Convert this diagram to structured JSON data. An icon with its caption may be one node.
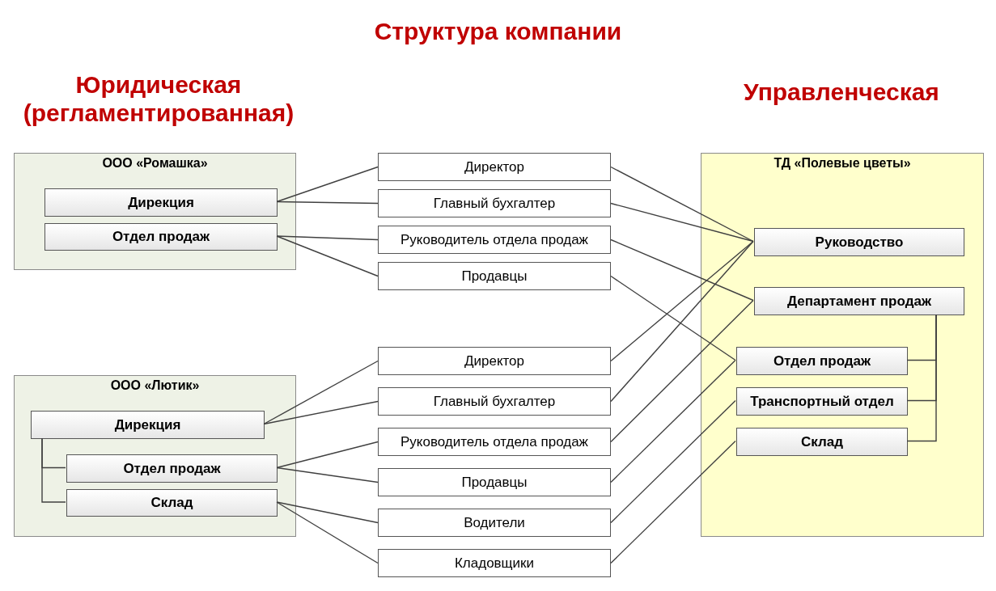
{
  "diagram": {
    "title": "Структура компании",
    "nodes": [
      {
        "text": [
          "ООО «Ромашка»"
        ]
      },
      {
        "text": [
          "Дирекция"
        ],
        "in": 0
      },
      {
        "text": [
          "Отдел продаж"
        ],
        "in": 0
      },
      {
        "text": [
          "ООО «Лютик»"
        ]
      },
      {
        "text": [
          "Дирекция"
        ],
        "in": 3
      },
      {
        "text": [
          "Отдел продаж"
        ],
        "in": 3
      },
      {
        "text": [
          "Склад"
        ],
        "in": 3
      },
      {
        "text": [
          "Директор"
        ]
      },
      {
        "text": [
          "Главный бухгалтер"
        ]
      },
      {
        "text": [
          "Руководитель отдела продаж"
        ]
      },
      {
        "text": [
          "Продавцы"
        ]
      },
      {
        "text": [
          "Директор"
        ]
      },
      {
        "text": [
          "Главный бухгалтер"
        ]
      },
      {
        "text": [
          "Руководитель отдела продаж"
        ]
      },
      {
        "text": [
          "Продавцы"
        ]
      },
      {
        "text": [
          "Водители"
        ]
      },
      {
        "text": [
          "Кладовщики"
        ]
      },
      {
        "text": [
          "ТД «Полевые цветы»"
        ]
      },
      {
        "text": [
          "Руководство"
        ],
        "in": 17
      },
      {
        "text": [
          "Департамент продаж"
        ],
        "in": 17
      },
      {
        "text": [
          "Отдел продаж"
        ],
        "in": 17
      },
      {
        "text": [
          "Транспортный отдел"
        ],
        "in": 17
      },
      {
        "text": [
          "Склад"
        ],
        "in": 17
      }
    ],
    "edges": [
      {
        "from": 1,
        "to": 7,
        "arrow": "none"
      },
      {
        "from": 1,
        "to": 8,
        "arrow": "none"
      },
      {
        "from": 2,
        "to": 9,
        "arrow": "none"
      },
      {
        "from": 2,
        "to": 10,
        "arrow": "none"
      },
      {
        "from": 4,
        "to": 11,
        "arrow": "none"
      },
      {
        "from": 4,
        "to": 12,
        "arrow": "none"
      },
      {
        "from": 5,
        "to": 13,
        "arrow": "none"
      },
      {
        "from": 5,
        "to": 14,
        "arrow": "none"
      },
      {
        "from": 6,
        "to": 15,
        "arrow": "none"
      },
      {
        "from": 6,
        "to": 16,
        "arrow": "none"
      },
      {
        "from": 7,
        "to": 18,
        "arrow": "none"
      },
      {
        "from": 8,
        "to": 18,
        "arrow": "none"
      },
      {
        "from": 9,
        "to": 19,
        "arrow": "none"
      },
      {
        "from": 10,
        "to": 20,
        "arrow": "none"
      },
      {
        "from": 11,
        "to": 18,
        "arrow": "none"
      },
      {
        "from": 12,
        "to": 18,
        "arrow": "none"
      },
      {
        "from": 13,
        "to": 19,
        "arrow": "none"
      },
      {
        "from": 14,
        "to": 20,
        "arrow": "none"
      },
      {
        "from": 15,
        "to": 21,
        "arrow": "none"
      },
      {
        "from": 16,
        "to": 22,
        "arrow": "none"
      },
      {
        "from": 4,
        "to": 5,
        "arrow": "none"
      },
      {
        "from": 4,
        "to": 6,
        "arrow": "none"
      },
      {
        "from": 19,
        "to": 20,
        "arrow": "none"
      },
      {
        "from": 19,
        "to": 21,
        "arrow": "none"
      },
      {
        "from": 19,
        "to": 22,
        "arrow": "none"
      }
    ],
    "labels": [
      "Юридическая (регламентированная)",
      "Управленческая"
    ]
  }
}
